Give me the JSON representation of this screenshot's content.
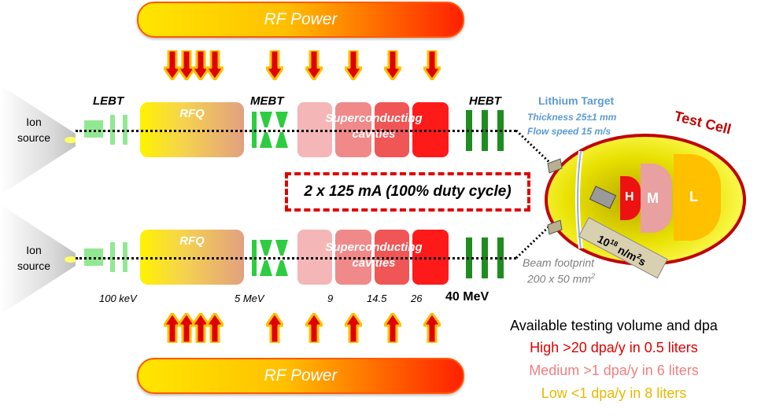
{
  "rf_power": {
    "top_label": "RF Power",
    "bottom_label": "RF Power"
  },
  "lines": [
    {
      "ion_source": [
        "Ion",
        "source"
      ],
      "rfq_label": "RFQ",
      "sc_label": [
        "Superconducting",
        "cavities"
      ]
    },
    {
      "ion_source": [
        "Ion",
        "source"
      ],
      "rfq_label": "RFQ",
      "sc_label": [
        "Superconducting",
        "cavities"
      ]
    }
  ],
  "sections": {
    "lebt": "LEBT",
    "mebt": "MEBT",
    "hebt": "HEBT"
  },
  "energies": {
    "e1": "100 keV",
    "e2": "5 MeV",
    "e3": "9",
    "e4": "14.5",
    "e5": "26",
    "final": "40 MeV"
  },
  "duty_cycle": "2 x 125 mA (100% duty cycle)",
  "lithium_target": {
    "title": "Lithium Target",
    "thickness": "Thickness 25±1 mm",
    "flow": "Flow speed 15 m/s"
  },
  "beam_footprint": {
    "line1": "Beam footprint",
    "line2": "200 x 50 mm",
    "exp": "2"
  },
  "test_cell": {
    "title": "Test Cell",
    "zones": {
      "high": "H",
      "medium": "M",
      "low": "L"
    },
    "flux": {
      "base": "10",
      "exp": "18",
      "unit": " n/m",
      "unit_exp": "2",
      "tail": "s"
    }
  },
  "testing_volume": {
    "title": "Available testing volume and dpa",
    "high": "High >20 dpa/y  in  0.5 liters",
    "medium": "Medium  >1 dpa/y in 6 liters",
    "low": "Low  <1 dpa/y in 8 liters"
  },
  "colors": {
    "high": "#e00000",
    "medium": "#f08080",
    "low": "#e8b800",
    "target_text": "#5b9bd5",
    "test_cell_border": "#c00000",
    "bar_green": "#1e8c1e"
  }
}
